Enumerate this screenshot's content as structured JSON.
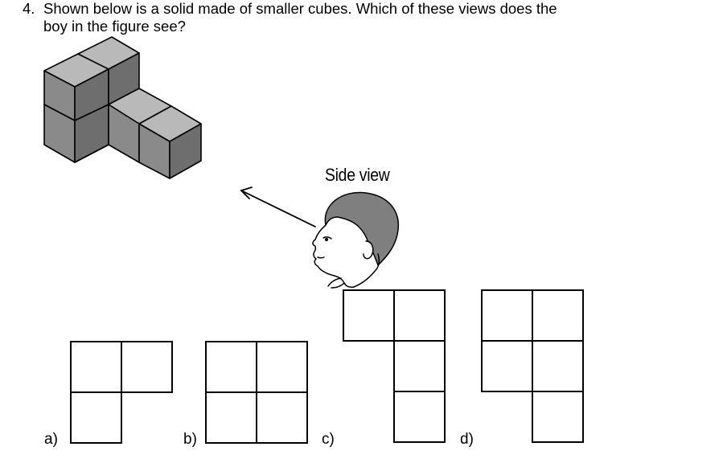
{
  "question": {
    "number": "4.",
    "line1": "Shown below is a solid made of smaller cubes. Which of these views does the",
    "line2": "boy in the figure see?"
  },
  "figure": {
    "side_view_label": "Side view",
    "solid_icon": "cube-solid-figure",
    "boy_icon": "boy-head-profile",
    "arrow_icon": "sight-arrow"
  },
  "options": [
    {
      "label": "a)"
    },
    {
      "label": "b)"
    },
    {
      "label": "c)"
    },
    {
      "label": "d)"
    }
  ],
  "colors": {
    "cube_top": "#b9b9b9",
    "cube_front": "#8a8a8a",
    "cube_side": "#6e6e6e",
    "ink": "#000000"
  }
}
